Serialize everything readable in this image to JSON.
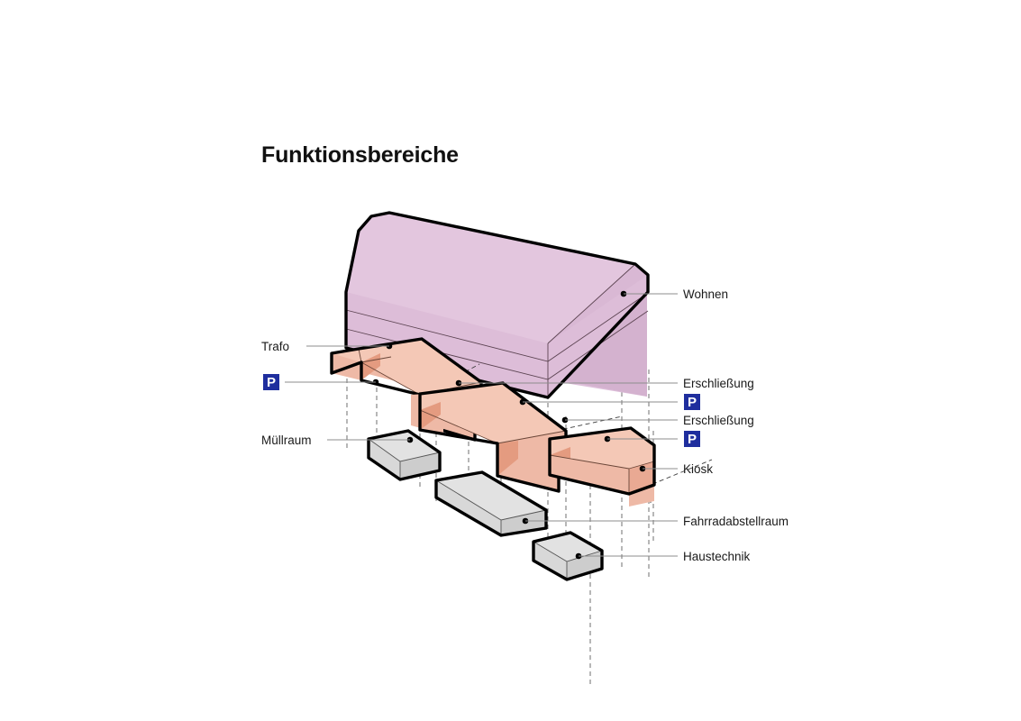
{
  "title": "Funktionsbereiche",
  "colors": {
    "residential_top": "#e3c6de",
    "residential_front": "#debfda",
    "residential_side": "#d4b2cf",
    "commercial_top": "#f4c8b6",
    "commercial_front": "#eeb9a6",
    "commercial_side": "#e9a993",
    "service_top": "#e2e2e2",
    "service_front": "#d8d8d8",
    "service_side": "#cdcdcd",
    "outline": "#000000",
    "parking_badge": "#1f2e9e",
    "leader": "#8d8d8d"
  },
  "labels": {
    "wohnen": "Wohnen",
    "trafo": "Trafo",
    "erschliessung_1": "Erschließung",
    "erschliessung_2": "Erschließung",
    "muellraum": "Müllraum",
    "kiosk": "Kiosk",
    "fahrradabstellraum": "Fahrradabstellraum",
    "haustechnik": "Haustechnik"
  },
  "parking_badges": {
    "glyph": "P",
    "count": 3
  },
  "volumes": [
    {
      "name": "wohnen",
      "category": "residential",
      "label": "Wohnen",
      "floors": 3
    },
    {
      "name": "trafo",
      "category": "commercial",
      "label": "Trafo"
    },
    {
      "name": "erschliessung-upper",
      "category": "commercial",
      "label": "Erschließung"
    },
    {
      "name": "erschliessung-lower",
      "category": "commercial",
      "label": "Erschließung"
    },
    {
      "name": "kiosk",
      "category": "commercial",
      "label": "Kiosk"
    },
    {
      "name": "muellraum",
      "category": "service",
      "label": "Müllraum"
    },
    {
      "name": "fahrradabstellraum",
      "category": "service",
      "label": "Fahrradabstellraum"
    },
    {
      "name": "haustechnik",
      "category": "service",
      "label": "Haustechnik"
    }
  ]
}
